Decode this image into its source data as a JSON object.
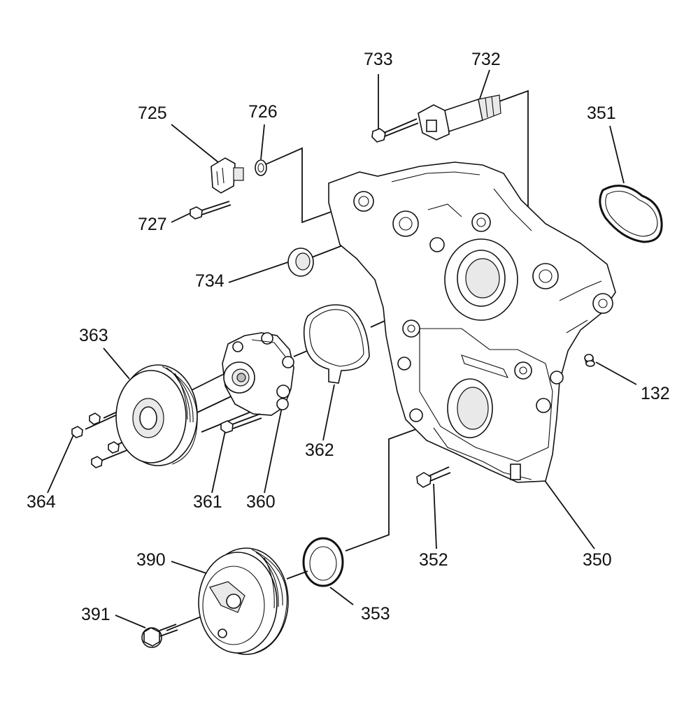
{
  "diagram": {
    "labels": [
      {
        "id": "733",
        "text": "733"
      },
      {
        "id": "732",
        "text": "732"
      },
      {
        "id": "725",
        "text": "725"
      },
      {
        "id": "726",
        "text": "726"
      },
      {
        "id": "351",
        "text": "351"
      },
      {
        "id": "727",
        "text": "727"
      },
      {
        "id": "734",
        "text": "734"
      },
      {
        "id": "363",
        "text": "363"
      },
      {
        "id": "132",
        "text": "132"
      },
      {
        "id": "362",
        "text": "362"
      },
      {
        "id": "364",
        "text": "364"
      },
      {
        "id": "361",
        "text": "361"
      },
      {
        "id": "360",
        "text": "360"
      },
      {
        "id": "352",
        "text": "352"
      },
      {
        "id": "350",
        "text": "350"
      },
      {
        "id": "390",
        "text": "390"
      },
      {
        "id": "353",
        "text": "353"
      },
      {
        "id": "391",
        "text": "391"
      }
    ]
  }
}
